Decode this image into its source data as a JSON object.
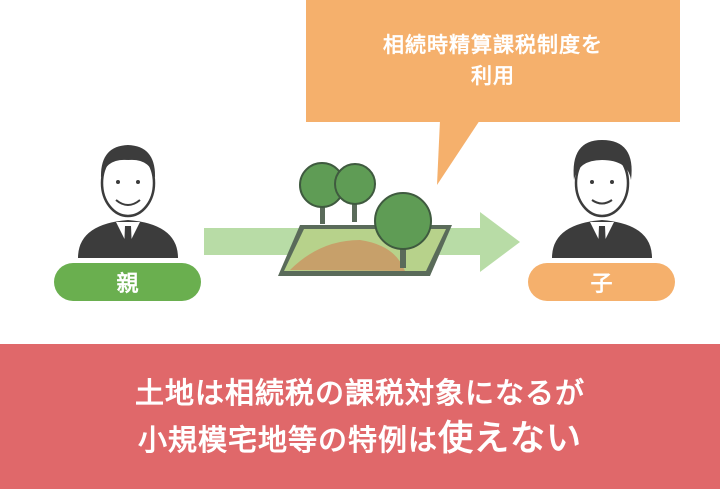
{
  "callout": {
    "line1": "相続時精算課税制度を",
    "line2": "利用"
  },
  "parent": {
    "label": "親",
    "color": "#6aaf4f"
  },
  "child": {
    "label": "子",
    "color": "#f5b06c"
  },
  "banner": {
    "line1": "土地は相続税の課税対象になるが",
    "line2_main": "小規模宅地等の特例は",
    "line2_emph": "使えない",
    "color": "#e0686a"
  },
  "icons": [
    "parent-person-icon",
    "child-person-icon",
    "land-with-trees-icon",
    "transfer-arrow-icon"
  ]
}
